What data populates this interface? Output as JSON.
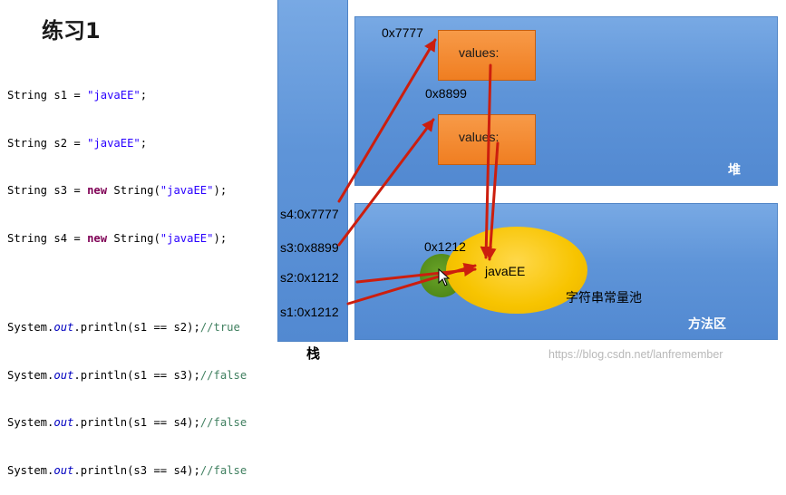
{
  "title": "练习1",
  "code_lines": [
    [
      "String s1 = ",
      "\"javaEE\"",
      ";"
    ],
    [
      "String s2 = ",
      "\"javaEE\"",
      ";"
    ],
    [
      "String s3 = ",
      "new",
      " String(",
      "\"javaEE\"",
      ");"
    ],
    [
      "String s4 = ",
      "new",
      " String(",
      "\"javaEE\"",
      ");"
    ],
    [
      "System.",
      "out",
      ".println(s1 == s2);",
      "//true"
    ],
    [
      "System.",
      "out",
      ".println(s1 == s3);",
      "//false"
    ],
    [
      "System.",
      "out",
      ".println(s1 == s4);",
      "//false"
    ],
    [
      "System.",
      "out",
      ".println(s3 == s4);",
      "//false"
    ]
  ],
  "stack": {
    "label": "栈",
    "vars": [
      "s4:0x7777",
      "s3:0x8899",
      "s2:0x1212",
      "s1:0x1212"
    ]
  },
  "heap": {
    "label": "堆",
    "objects": [
      {
        "address": "0x7777",
        "field": "values:"
      },
      {
        "address": "0x8899",
        "field": "values:"
      }
    ]
  },
  "method_area": {
    "label": "方法区",
    "pool_label": "字符串常量池",
    "pool_address": "0x1212",
    "pool_value": "javaEE"
  },
  "watermark": "https://blog.csdn.net/lanfremember",
  "colors": {
    "panel": "#5e94d8",
    "object": "#f07e21",
    "pool": "#f7c400",
    "arrow": "#cc1e0e",
    "keyword": "#7f0055",
    "string": "#2a00ff",
    "comment": "#3f7f5f"
  }
}
